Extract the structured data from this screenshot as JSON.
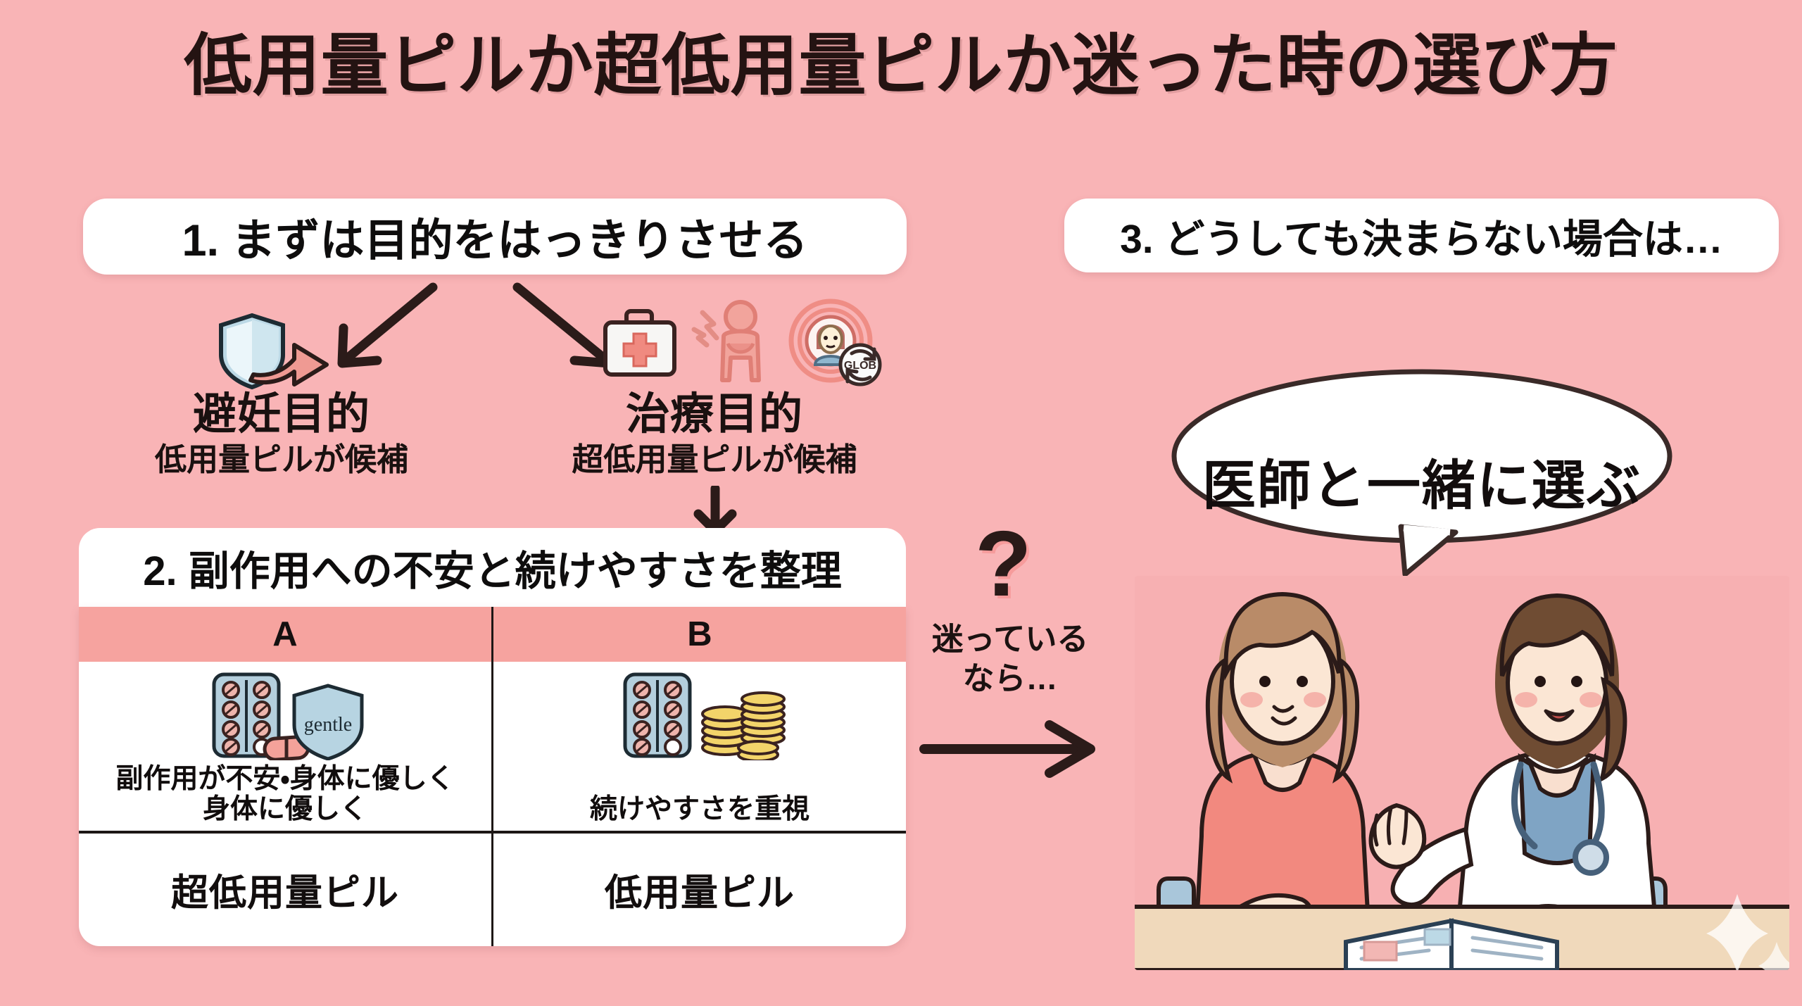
{
  "page": {
    "title": "低用量ピルか超低用量ピルか迷った時の選び方",
    "background_color": "#f9b4b6",
    "text_color": "#1a1110"
  },
  "steps": {
    "step1_label": "1. まずは目的をはっきりさせる",
    "step2_label": "2. 副作用への不安と続けやすさを整理",
    "step3_label": "3. どうしても決まらない場合は…"
  },
  "branches": [
    {
      "id": "contraception",
      "heading": "避妊目的",
      "subtext": "低用量ピルが候補",
      "icons": [
        "shield-arrow-icon"
      ]
    },
    {
      "id": "treatment",
      "heading": "治療目的",
      "subtext": "超低用量ピルが候補",
      "icons": [
        "first-aid-kit-icon",
        "abdominal-pain-icon",
        "cycle-person-icon"
      ],
      "cycle_icon_label": "GLOB"
    }
  ],
  "comparison_table": {
    "headers": [
      "A",
      "B"
    ],
    "header_bg": "#f6a39f",
    "rows": [
      {
        "type": "icons",
        "cells": [
          {
            "icons": [
              "pill-blister-icon",
              "gentle-shield-icon"
            ],
            "shield_label": "gentle",
            "caption": "副作用が不安・身体に優しく\n身体に優しく",
            "caption_line1": "副作用が不安・身体に優しく",
            "caption_line2": "身体に優しく"
          },
          {
            "icons": [
              "pill-blister-icon",
              "coin-stack-icon"
            ],
            "caption": "続けやすさを重視",
            "caption_line1": "続けやすさを重視",
            "caption_line2": ""
          }
        ]
      },
      {
        "type": "result",
        "cells": [
          {
            "result": "超低用量ピル"
          },
          {
            "result": "低用量ピル"
          }
        ]
      }
    ]
  },
  "transition": {
    "question_mark": "?",
    "line1": "迷っている",
    "line2": "なら…",
    "arrow": "right-arrow-icon"
  },
  "speech_bubble": {
    "text": "医師と一緒に選ぶ",
    "fill": "#ffffff",
    "stroke": "#3a2a28"
  },
  "illustration": {
    "name": "doctor-and-patient-consultation",
    "subjects": [
      "patient-woman",
      "doctor-woman"
    ],
    "props": [
      "open-book",
      "stethoscope",
      "desk",
      "chairs"
    ]
  }
}
